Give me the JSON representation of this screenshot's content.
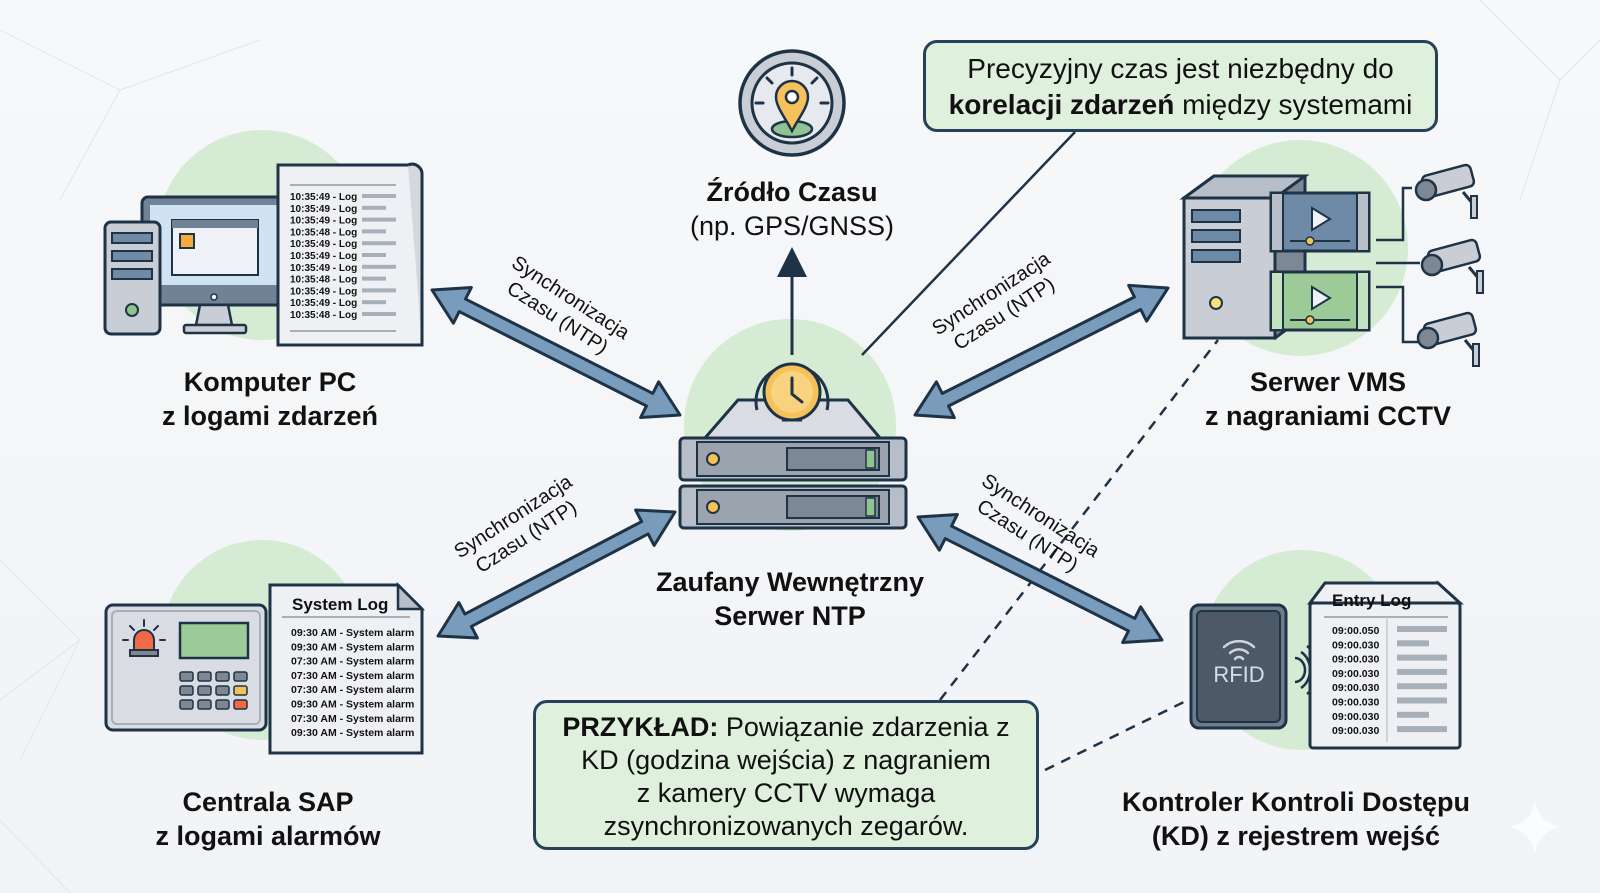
{
  "central_node": {
    "title_line1": "Zaufany Wewnętrzny",
    "title_line2": "Serwer NTP"
  },
  "time_source": {
    "title_line1": "Źródło Czasu",
    "title_line2": "(np. GPS/GNSS)"
  },
  "nodes": {
    "pc": {
      "title_line1": "Komputer PC",
      "title_line2": "z logami zdarzeń",
      "log_lines": [
        "10:35:49 - Log",
        "10:35:49 - Log",
        "10:35:49 - Log",
        "10:35:48 - Log",
        "10:35:49 - Log",
        "10:35:49 - Log",
        "10:35:49 - Log",
        "10:35:48 - Log",
        "10:35:49 - Log",
        "10:35:49 - Log",
        "10:35:48 - Log"
      ]
    },
    "vms": {
      "title_line1": "Serwer VMS",
      "title_line2": "z nagraniami CCTV"
    },
    "sap": {
      "title_line1": "Centrala SAP",
      "title_line2": "z logami alarmów",
      "log_title": "System Log",
      "log_lines": [
        "09:30 AM - System alarm",
        "09:30 AM - System alarm",
        "07:30 AM - System alarm",
        "07:30 AM - System alarm",
        "07:30 AM - System alarm",
        "09:30 AM - System alarm",
        "07:30 AM - System alarm",
        "09:30 AM - System alarm"
      ]
    },
    "kd": {
      "title_line1": "Kontroler Kontroli Dostępu",
      "title_line2": "(KD) z rejestrem wejść",
      "reader_label": "RFID",
      "log_title": "Entry Log",
      "log_lines": [
        "09:00.050",
        "09:00.030",
        "09:00.030",
        "09:00.030",
        "09:00.030",
        "09:00.030",
        "09:00.030",
        "09:00.030"
      ]
    }
  },
  "sync_label": {
    "line1": "Synchronizacja",
    "line2": "Czasu (NTP)"
  },
  "callouts": {
    "top": {
      "line1": "Precyzyjny czas jest niezbędny do",
      "line2_bold": "korelacji zdarzeń",
      "line2_rest": " między systemami"
    },
    "bottom": {
      "bold_prefix": "PRZYKŁAD:",
      "line1_rest": " Powiązanie zdarzenia z",
      "line2": "KD (godzina wejścia) z nagraniem",
      "line3": "z kamery CCTV wymaga",
      "line4": "zsynchronizowanych zegarów."
    }
  },
  "colors": {
    "outline": "#1f3347",
    "arrow_fill": "#7a9cbc",
    "halo_green": "#d6ebd3",
    "callout_bg": "#dff0dc",
    "accent_yellow": "#f5c15a",
    "alarm_red": "#ef6a45",
    "device_gray": "#c9ced6"
  }
}
